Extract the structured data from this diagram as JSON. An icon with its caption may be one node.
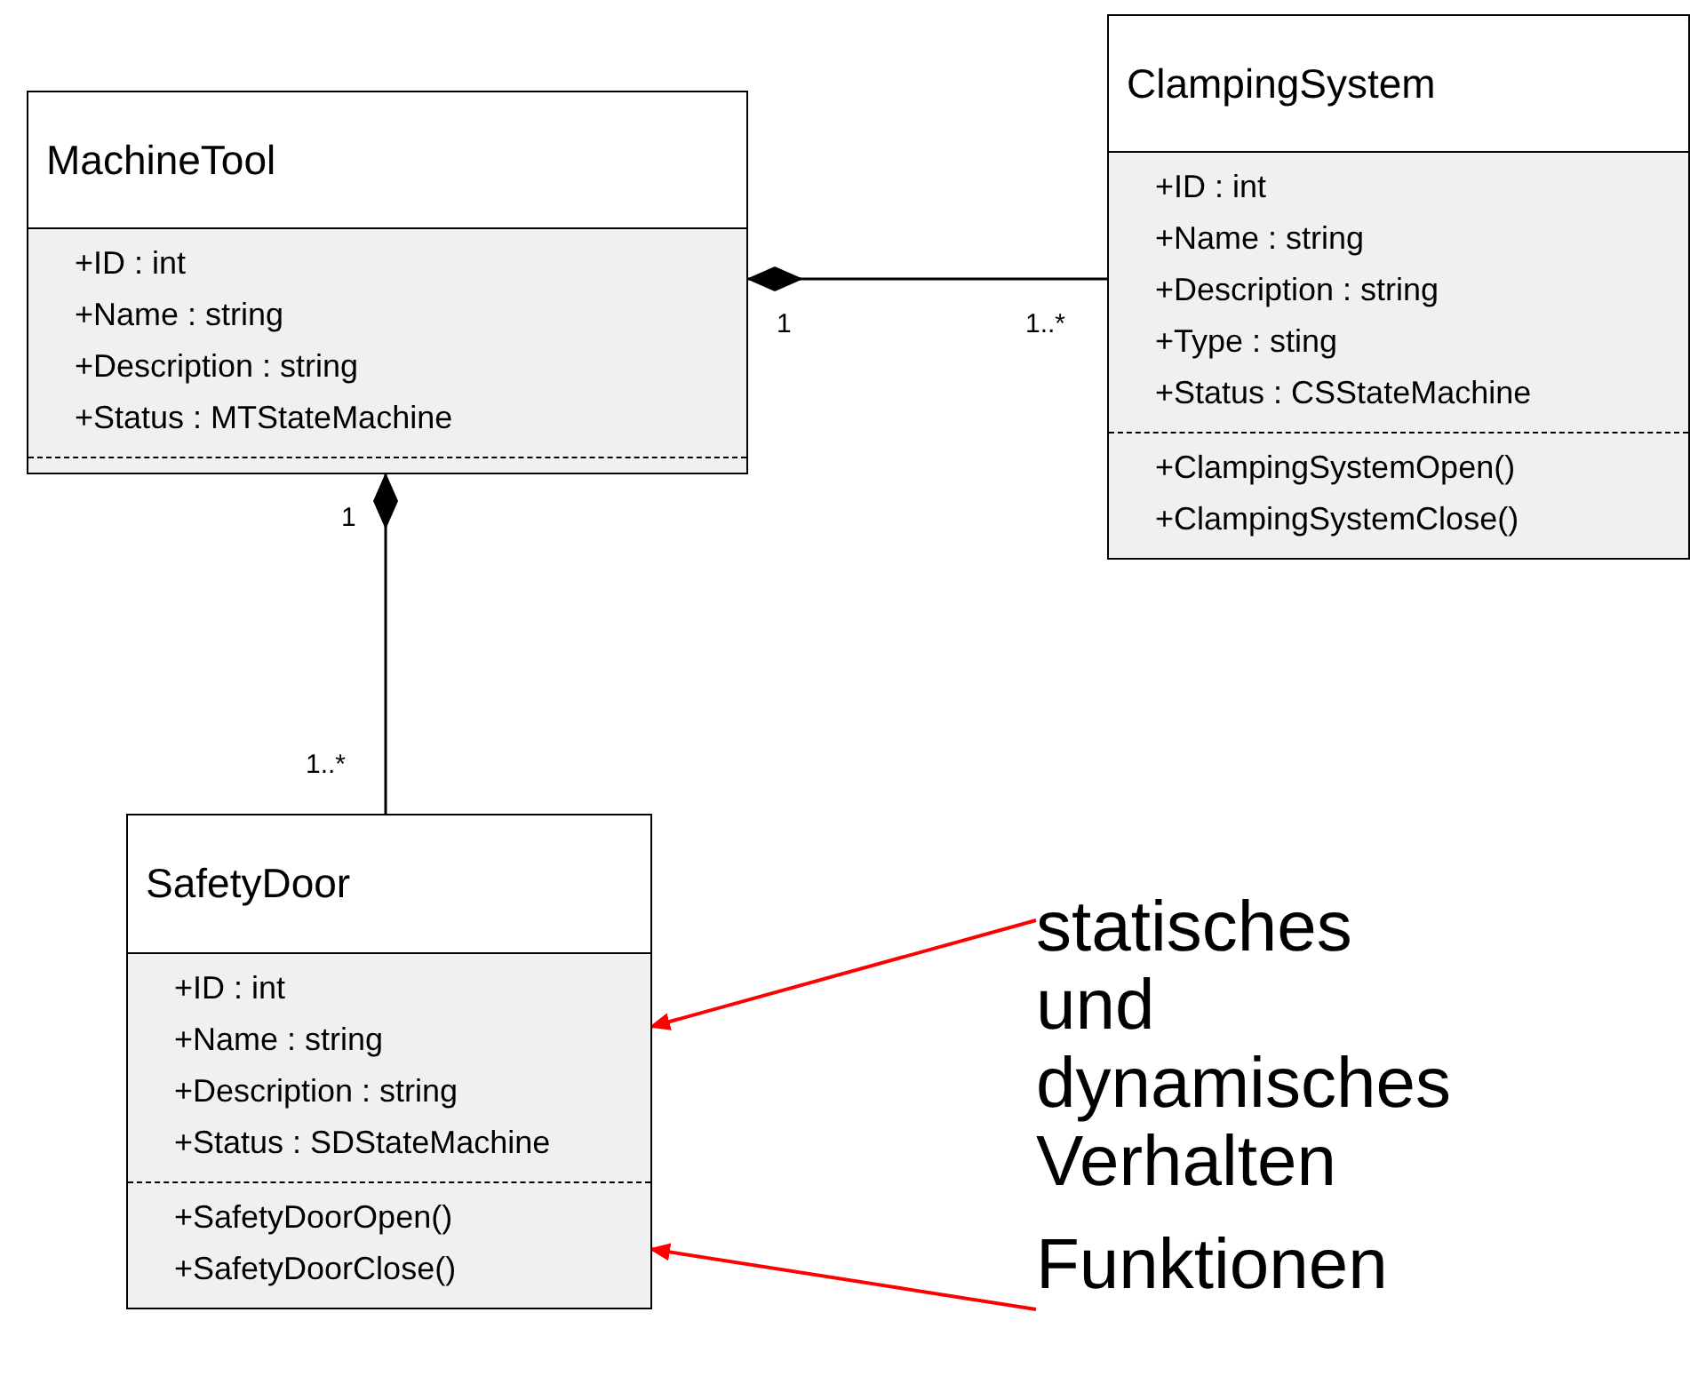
{
  "diagram": {
    "nodes": [
      {
        "text": [
          "MachineTool"
        ]
      },
      {
        "text": [
          "+ID : int",
          "+Name : string",
          "+Description : string",
          "+Status : MTStateMachine"
        ],
        "in": 0
      },
      {
        "text": [],
        "shape": "box",
        "in": 0
      },
      {
        "text": [
          "ClampingSystem"
        ]
      },
      {
        "text": [
          "+ID : int",
          "+Name : string",
          "+Description : string",
          "+Type : sting",
          "+Status : CSStateMachine"
        ],
        "in": 3
      },
      {
        "text": [
          "+ClampingSystemOpen()",
          "+ClampingSystemClose()"
        ],
        "in": 3
      },
      {
        "text": [
          "SafetyDoor"
        ]
      },
      {
        "text": [
          "+ID : int",
          "+Name : string",
          "+Description : string",
          "+Status : SDStateMachine"
        ],
        "in": 6
      },
      {
        "text": [
          "+SafetyDoorOpen()",
          "+SafetyDoorClose()"
        ],
        "in": 6
      },
      {
        "text": [
          "statisches und dynamisches Verhalten"
        ]
      },
      {
        "text": [
          "Funktionen"
        ]
      }
    ],
    "edges": [
      {
        "from": 0,
        "to": 3,
        "arrow": "other"
      },
      {
        "from": 0,
        "to": 6,
        "arrow": "other"
      },
      {
        "from": 9,
        "to": 7,
        "arrow": "to",
        "color": "#ff0000"
      },
      {
        "from": 10,
        "to": 8,
        "arrow": "to",
        "color": "#ff0000"
      }
    ],
    "labels": [
      "1",
      "1..*",
      "1",
      "1..*"
    ]
  }
}
